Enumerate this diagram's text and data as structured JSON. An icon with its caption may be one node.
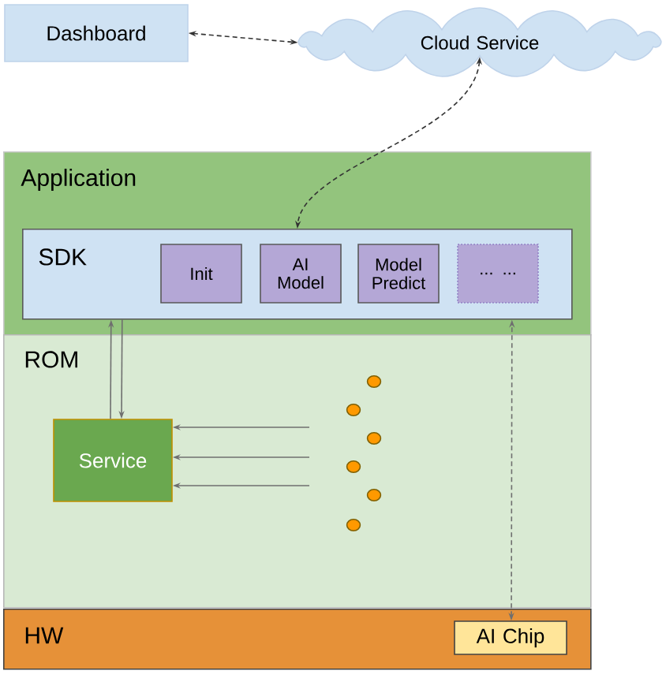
{
  "diagram": {
    "nodes": [
      {
        "text": [
          "Dashboard"
        ]
      },
      {
        "text": [
          "Cloud Service"
        ]
      },
      {
        "text": [
          "Application"
        ]
      },
      {
        "text": [
          "SDK"
        ],
        "in": 2
      },
      {
        "text": [
          "Init"
        ],
        "in": 3
      },
      {
        "text": [
          "AI Model"
        ],
        "in": 3
      },
      {
        "text": [
          "Model Predict"
        ],
        "in": 3
      },
      {
        "text": [
          "... ..."
        ],
        "in": 3
      },
      {
        "text": [
          "ROM"
        ]
      },
      {
        "text": [
          "Service"
        ],
        "in": 8
      },
      {
        "text": [],
        "shape": "circle",
        "in": 8
      },
      {
        "text": [],
        "shape": "circle",
        "in": 8
      },
      {
        "text": [],
        "shape": "circle",
        "in": 8
      },
      {
        "text": [],
        "shape": "circle",
        "in": 8
      },
      {
        "text": [],
        "shape": "circle",
        "in": 8
      },
      {
        "text": [],
        "shape": "circle",
        "in": 8
      },
      {
        "text": [
          "HW"
        ]
      },
      {
        "text": [
          "AI Chip"
        ],
        "in": 16
      }
    ],
    "edges": [
      {
        "from": 0,
        "to": 1,
        "arrow": "both",
        "style": "dashed",
        "color": "#333333"
      },
      {
        "from": 1,
        "to": 3,
        "arrow": "both",
        "style": "dashed",
        "color": "#333333"
      },
      {
        "from": 9,
        "to": 3,
        "arrow": "to"
      },
      {
        "from": 3,
        "to": 9,
        "arrow": "to"
      },
      {
        "from": 17,
        "to": 3,
        "arrow": "both",
        "style": "dashed"
      },
      {
        "from": null,
        "to": 9,
        "arrow": "to"
      },
      {
        "from": null,
        "to": 9,
        "arrow": "to"
      },
      {
        "from": null,
        "to": 9,
        "arrow": "to"
      }
    ]
  }
}
